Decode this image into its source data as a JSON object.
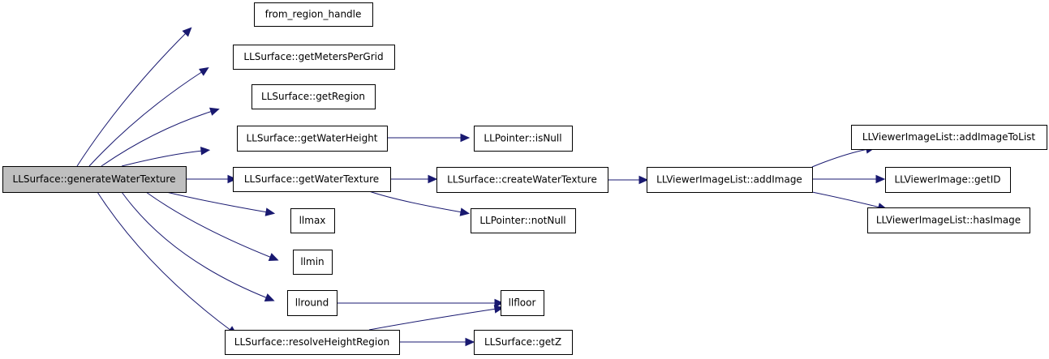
{
  "graph": {
    "root": "LLSurface::generateWaterTexture",
    "nodes": {
      "root": "LLSurface::generateWaterTexture",
      "from_region_handle": "from_region_handle",
      "getMetersPerGrid": "LLSurface::getMetersPerGrid",
      "getRegion": "LLSurface::getRegion",
      "getWaterHeight": "LLSurface::getWaterHeight",
      "getWaterTexture": "LLSurface::getWaterTexture",
      "llmax": "llmax",
      "llmin": "llmin",
      "llround": "llround",
      "resolveHeightRegion": "LLSurface::resolveHeightRegion",
      "isNull": "LLPointer::isNull",
      "createWaterTexture": "LLSurface::createWaterTexture",
      "notNull": "LLPointer::notNull",
      "llfloor": "llfloor",
      "getZ": "LLSurface::getZ",
      "addImage": "LLViewerImageList::addImage",
      "addImageToList": "LLViewerImageList::addImageToList",
      "getID": "LLViewerImage::getID",
      "hasImage": "LLViewerImageList::hasImage"
    },
    "edges": [
      [
        "root",
        "from_region_handle"
      ],
      [
        "root",
        "getMetersPerGrid"
      ],
      [
        "root",
        "getRegion"
      ],
      [
        "root",
        "getWaterHeight"
      ],
      [
        "root",
        "getWaterTexture"
      ],
      [
        "root",
        "llmax"
      ],
      [
        "root",
        "llmin"
      ],
      [
        "root",
        "llround"
      ],
      [
        "root",
        "resolveHeightRegion"
      ],
      [
        "getWaterHeight",
        "isNull"
      ],
      [
        "getWaterTexture",
        "createWaterTexture"
      ],
      [
        "getWaterTexture",
        "notNull"
      ],
      [
        "createWaterTexture",
        "addImage"
      ],
      [
        "addImage",
        "addImageToList"
      ],
      [
        "addImage",
        "getID"
      ],
      [
        "addImage",
        "hasImage"
      ],
      [
        "llround",
        "llfloor"
      ],
      [
        "resolveHeightRegion",
        "llfloor"
      ],
      [
        "resolveHeightRegion",
        "getZ"
      ]
    ],
    "colors": {
      "edge": "#191970",
      "root_fill": "#bfbfbf",
      "node_fill": "#ffffff",
      "node_border": "#000000"
    }
  }
}
